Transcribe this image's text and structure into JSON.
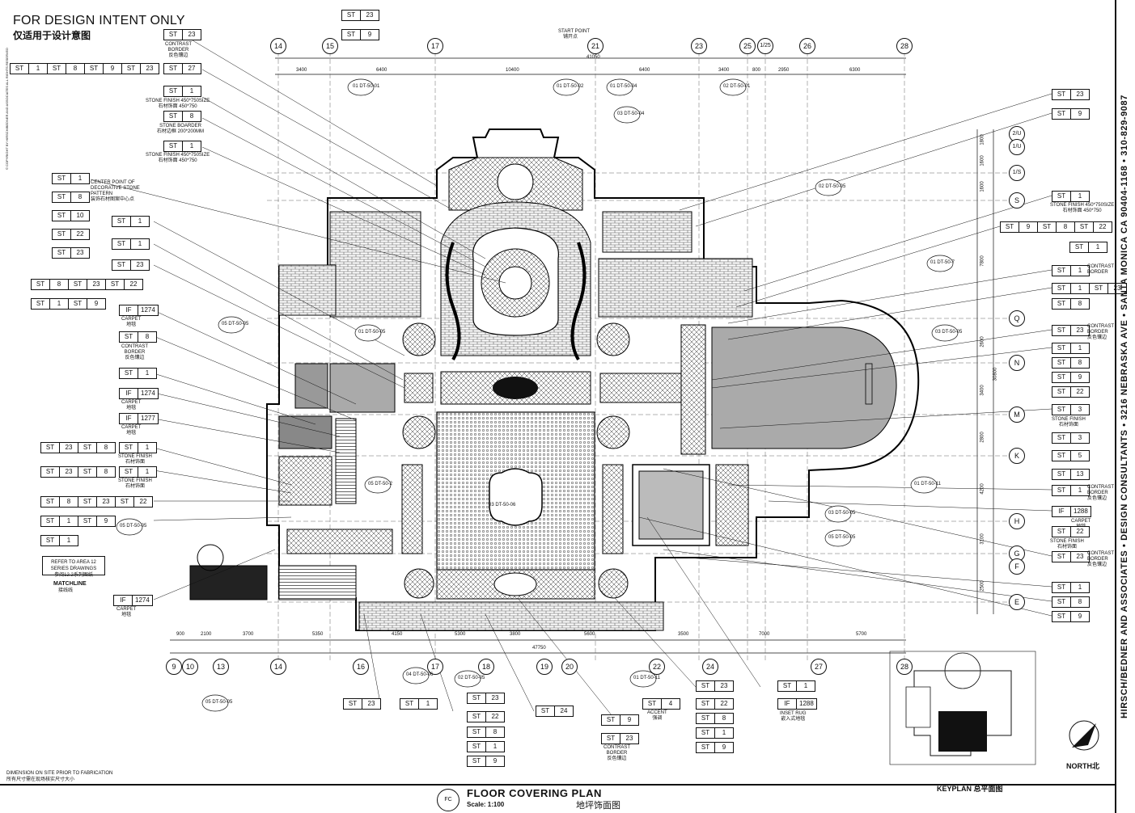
{
  "header": {
    "intent": "FOR DESIGN INTENT ONLY",
    "intent_cn": "仅适用于设计意图"
  },
  "title_block": {
    "fc_label": "FC",
    "title": "FLOOR  COVERING  PLAN",
    "scale": "Scale: 1:100",
    "title_cn": "地坪饰面图",
    "keyplan": "KEYPLAN 总平面图",
    "north": "NORTH北"
  },
  "sidebar": {
    "firm_text": "HIRSCH/BEDNER AND ASSOCIATES • DESIGN CONSULTANTS • 3216 NEBRASKA AVE • SANTA MONICA CA 90404-1168 • 310-829-9087"
  },
  "notes": {
    "dimension_note": "DIMENSION ON SITE PRIOR TO FABRICATION",
    "dimension_note_cn": "所有尺寸需在现场核实尺寸大小",
    "refer": "REFER TO AREA 12\nSERIES DRAWINGS",
    "refer_cn": "参阅12.2系列图纸",
    "matchline": "MATCHLINE",
    "matchline_cn": "接线线",
    "start_point": "START POINT",
    "start_point_cn": "铺开点",
    "legal": "© COPYRIGHT BY HIRSCH/BEDNER AND ASSOCIATES ALL RIGHTS RESERVED"
  },
  "grid_top": [
    "14",
    "15",
    "17",
    "21",
    "23",
    "25",
    "1/25",
    "26",
    "28"
  ],
  "grid_bottom": [
    "9",
    "10",
    "13",
    "14",
    "16",
    "17",
    "18",
    "19",
    "20",
    "22",
    "24",
    "27",
    "28"
  ],
  "grid_right": [
    "2/U",
    "1/U",
    "1/S",
    "S",
    "Q",
    "N",
    "M",
    "K",
    "H",
    "G",
    "F",
    "E"
  ],
  "dims_top": [
    "3400",
    "6400",
    "10400",
    "6400",
    "3400",
    "800",
    "2950",
    "6300"
  ],
  "dim_top_total": "41050",
  "dims_bottom": [
    "900",
    "2100",
    "3700",
    "5350",
    "4150",
    "5300",
    "3800",
    "5600",
    "3500",
    "7000",
    "5700"
  ],
  "dim_bottom_total": "47750",
  "dims_right": [
    "1800",
    "1600",
    "1600",
    "7800",
    "2600",
    "3400",
    "2800",
    "4200",
    "3100",
    "2500",
    "30800"
  ],
  "left_tags": [
    {
      "cells": [
        "ST",
        "23"
      ],
      "note": "CONTRAST\nBORDER\n反色镶边"
    },
    {
      "cells": [
        "ST",
        "27"
      ]
    },
    {
      "cells": [
        "ST",
        "1"
      ],
      "note": "STONE FINISH 450*750SIZE\n石材饰面 450*750"
    },
    {
      "cells": [
        "ST",
        "8"
      ],
      "note": "STONE BOARDER\n石材边框 200*200MM"
    },
    {
      "cells": [
        "ST",
        "1"
      ],
      "note": "STONE FINISH 450*750SIZE\n石材饰面 450*750"
    },
    {
      "cells": [
        "ST",
        "1"
      ],
      "note": "CENTER POINT OF\nDECORATIVE STONE\nPATTERN\n装饰石材图案中心点"
    },
    {
      "cells": [
        "ST",
        "8"
      ]
    },
    {
      "cells": [
        "ST",
        "10"
      ]
    },
    {
      "cells": [
        "ST",
        "22"
      ]
    },
    {
      "cells": [
        "ST",
        "23"
      ]
    },
    {
      "cells": [
        "ST",
        "1"
      ]
    },
    {
      "cells": [
        "ST",
        "1"
      ]
    },
    {
      "cells": [
        "ST",
        "23"
      ]
    },
    {
      "cells": [
        "IF",
        "1274"
      ],
      "note": "CARPET\n地毯"
    },
    {
      "cells": [
        "ST",
        "8"
      ],
      "note": "CONTRAST\nBORDER\n反色镶边"
    },
    {
      "cells": [
        "ST",
        "1"
      ]
    },
    {
      "cells": [
        "IF",
        "1274"
      ],
      "note": "CARPET\n地毯"
    },
    {
      "cells": [
        "IF",
        "1277"
      ],
      "note": "CARPET\n地毯"
    },
    {
      "cells": [
        "ST",
        "1"
      ],
      "note": "STONE FINISH\n石材饰面"
    },
    {
      "cells": [
        "ST",
        "1"
      ],
      "note": "STONE FINISH\n石材饰面"
    },
    {
      "cells": [
        "ST",
        "1"
      ]
    },
    {
      "cells": [
        "IF",
        "1274"
      ],
      "note": "CARPET\n地毯"
    }
  ],
  "left_combo_tags": [
    [
      "ST",
      "1",
      "ST",
      "8",
      "ST",
      "9",
      "ST",
      "23"
    ],
    [
      "ST",
      "8",
      "ST",
      "23",
      "ST",
      "22"
    ],
    [
      "ST",
      "1",
      "ST",
      "9"
    ],
    [
      "ST",
      "23",
      "ST",
      "8"
    ],
    [
      "ST",
      "23",
      "ST",
      "8"
    ],
    [
      "ST",
      "8",
      "ST",
      "23",
      "ST",
      "22"
    ],
    [
      "ST",
      "1",
      "ST",
      "9"
    ]
  ],
  "top_tags": [
    [
      "ST",
      "23"
    ],
    [
      "ST",
      "9"
    ]
  ],
  "right_tags": [
    {
      "cells": [
        "ST",
        "23"
      ]
    },
    {
      "cells": [
        "ST",
        "9"
      ]
    },
    {
      "cells": [
        "ST",
        "1"
      ],
      "note": "STONE FINISH 450*750SIZE\n石材饰面 450*750"
    },
    {
      "cells": [
        "ST",
        "9",
        "ST",
        "8",
        "ST",
        "22"
      ]
    },
    {
      "cells": [
        "ST",
        "1"
      ]
    },
    {
      "cells": [
        "ST",
        "1"
      ],
      "note": "CONTRAST\nBORDER"
    },
    {
      "cells": [
        "ST",
        "1",
        "ST",
        "23"
      ]
    },
    {
      "cells": [
        "ST",
        "8"
      ]
    },
    {
      "cells": [
        "ST",
        "23"
      ],
      "note": "CONTRAST\nBORDER\n反色镶边"
    },
    {
      "cells": [
        "ST",
        "1"
      ]
    },
    {
      "cells": [
        "ST",
        "8"
      ]
    },
    {
      "cells": [
        "ST",
        "9"
      ]
    },
    {
      "cells": [
        "ST",
        "22"
      ]
    },
    {
      "cells": [
        "ST",
        "3"
      ],
      "note": "STONE FINISH\n石材饰面"
    },
    {
      "cells": [
        "ST",
        "3"
      ]
    },
    {
      "cells": [
        "ST",
        "5"
      ]
    },
    {
      "cells": [
        "ST",
        "13"
      ]
    },
    {
      "cells": [
        "ST",
        "1"
      ],
      "note": "CONTRAST\nBORDER\n反色镶边"
    },
    {
      "cells": [
        "IF",
        "1288"
      ],
      "note": "CARPET\n地毯"
    },
    {
      "cells": [
        "ST",
        "22"
      ],
      "note": "STONE FINISH\n石材饰面"
    },
    {
      "cells": [
        "ST",
        "23"
      ],
      "note": "CONTRAST\nBORDER\n反色镶边"
    },
    {
      "cells": [
        "ST",
        "1"
      ]
    },
    {
      "cells": [
        "ST",
        "8"
      ]
    },
    {
      "cells": [
        "ST",
        "9"
      ]
    }
  ],
  "bottom_tags": [
    {
      "cells": [
        "ST",
        "23"
      ]
    },
    {
      "cells": [
        "ST",
        "1"
      ]
    },
    {
      "cells": [
        "ST",
        "23"
      ]
    },
    {
      "cells": [
        "ST",
        "22"
      ]
    },
    {
      "cells": [
        "ST",
        "8"
      ]
    },
    {
      "cells": [
        "ST",
        "1"
      ]
    },
    {
      "cells": [
        "ST",
        "9"
      ]
    },
    {
      "cells": [
        "ST",
        "24"
      ]
    },
    {
      "cells": [
        "ST",
        "9"
      ]
    },
    {
      "cells": [
        "ST",
        "23"
      ],
      "note": "CONTRAST\nBORDER\n反色镶边"
    },
    {
      "cells": [
        "ST",
        "4"
      ],
      "note": "ACCENT\n强调"
    },
    {
      "cells": [
        "ST",
        "23"
      ]
    },
    {
      "cells": [
        "ST",
        "22"
      ]
    },
    {
      "cells": [
        "ST",
        "8"
      ]
    },
    {
      "cells": [
        "ST",
        "1"
      ]
    },
    {
      "cells": [
        "ST",
        "9"
      ]
    },
    {
      "cells": [
        "ST",
        "1"
      ]
    },
    {
      "cells": [
        "IF",
        "1288"
      ],
      "note": "INSET RUG\n嵌入式地毯"
    }
  ],
  "detail_refs": [
    "01 DT-50-01",
    "01 DT-50-02",
    "01 DT-50-04",
    "02 DT-50-01",
    "03 DT-50-04",
    "02 DT-50-05",
    "01 DT-50-7",
    "05 DT-50-05",
    "01 DT-50-05",
    "03 DT-50-05",
    "05 DT-50-2",
    "05 DT-50-05",
    "03 DT-50-05",
    "04 DT-50-06",
    "02 DT-50-05",
    "01 DT-50-11",
    "05 DT-50-05",
    "01 DT-50-11",
    "03 DT-50-06",
    "05 DT-50-05"
  ]
}
